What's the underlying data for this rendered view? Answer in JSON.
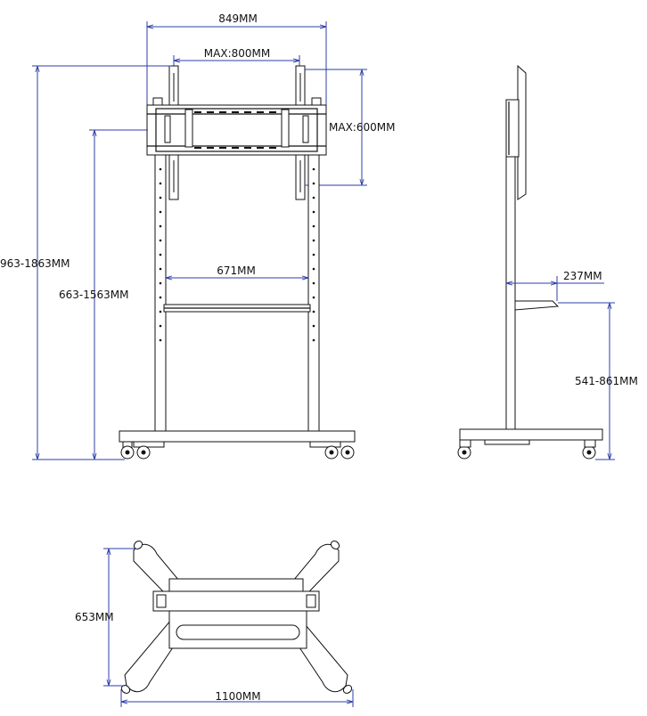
{
  "labels": {
    "width_849": "849MM",
    "max_800": "MAX:800MM",
    "max_600": "MAX:600MM",
    "h_963": "963-1863MM",
    "h_663": "663-1563MM",
    "w_671": "671MM",
    "d_237": "237MM",
    "h_541": "541-861MM",
    "d_653": "653MM",
    "w_1100": "1100MM"
  },
  "colors": {
    "dimension_line": "#2d3ea8",
    "drawing_line": "#111111",
    "background": "#ffffff"
  }
}
